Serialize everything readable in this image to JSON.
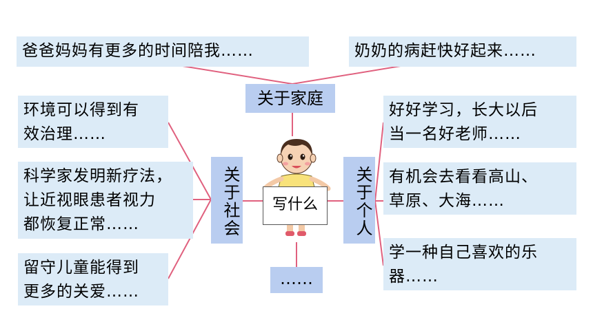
{
  "center": {
    "label": "写什么"
  },
  "headers": {
    "family": "关于家庭",
    "society": "关于社会",
    "personal": "关于个人",
    "more": "……"
  },
  "family_items": [
    "爸爸妈妈有更多的时间陪我……",
    "奶奶的病赶快好起来……"
  ],
  "society_items": [
    [
      "环境可以得到有",
      "效治理……"
    ],
    [
      "科学家发明新疗法，",
      "让近视眼患者视力",
      "都恢复正常……"
    ],
    [
      "留守儿童能得到",
      "更多的关爱……"
    ]
  ],
  "personal_items": [
    [
      "好好学习，长大以后",
      "当一名好老师……"
    ],
    [
      "有机会去看看高山、",
      "草原、大海……"
    ],
    [
      "学一种自己喜欢的乐",
      "器……"
    ]
  ],
  "colors": {
    "box_fill": "#dcebf7",
    "header_fill": "#b9cdf0",
    "line": "#e0607e"
  }
}
